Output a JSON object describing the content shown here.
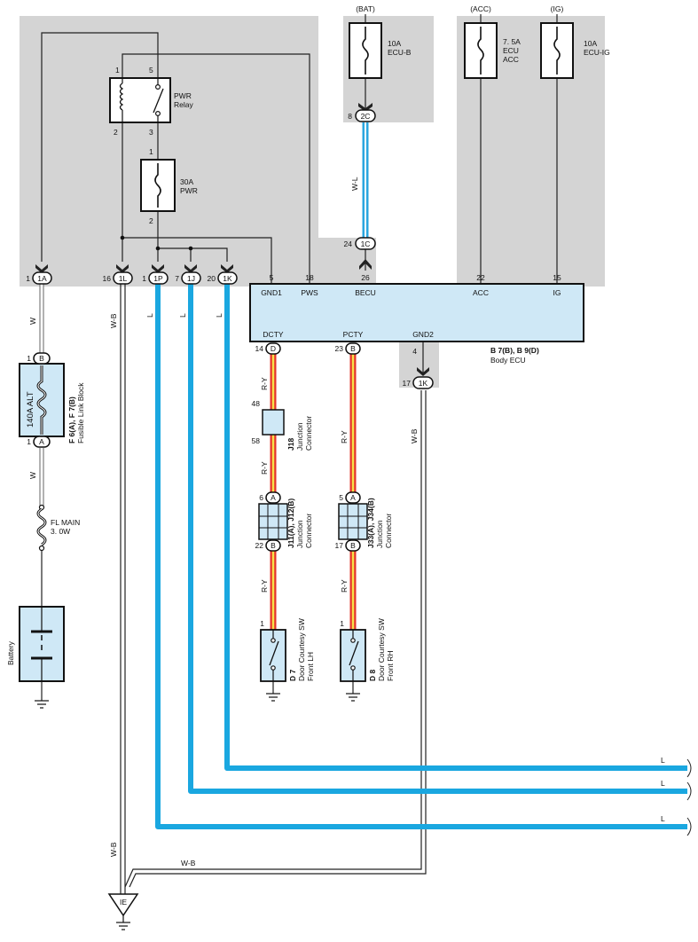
{
  "colors": {
    "panel_gray": "#d4d4d4",
    "component_fill": "#cfe8f6",
    "wire_L": "#1aa7e0",
    "wire_RY_red": "#e5332a",
    "wire_RY_yellow": "#f6e14a",
    "wire_WL_white": "#ffffff",
    "wire_WL_blue": "#2aa6df",
    "wire_black": "#222222"
  },
  "sources": {
    "bat": "(BAT)",
    "acc": "(ACC)",
    "ig": "(IG)"
  },
  "fuses": {
    "ecub": {
      "rating": "10A",
      "name": "ECU-B"
    },
    "ecuacc": {
      "rating": "7. 5A",
      "name1": "ECU",
      "name2": "ACC"
    },
    "ecuig": {
      "rating": "10A",
      "name": "ECU-IG"
    },
    "pwr": {
      "rating": "30A",
      "name": "PWR",
      "pin_top": "1",
      "pin_bottom": "2"
    },
    "alt": {
      "rating": "140A ALT",
      "pin_top": "1",
      "pin_bottom": "1",
      "conn_top": "B",
      "conn_bottom": "A",
      "code": "F 6(A), F 7(B)",
      "name": "Fusible Link Block"
    },
    "flmain": {
      "name": "FL MAIN",
      "size": "3. 0W"
    }
  },
  "relay": {
    "name1": "PWR",
    "name2": "Relay",
    "pins": {
      "p1": "1",
      "p5": "5",
      "p2": "2",
      "p3": "3"
    }
  },
  "connectors": {
    "c2c": {
      "pin": "8",
      "id": "2C"
    },
    "c1c": {
      "pin": "24",
      "id": "1C"
    },
    "c1a": {
      "pin": "1",
      "id": "1A"
    },
    "c1l": {
      "pin": "16",
      "id": "1L"
    },
    "c1p": {
      "pin": "1",
      "id": "1P"
    },
    "c1j": {
      "pin": "7",
      "id": "1J"
    },
    "c1k": {
      "pin": "20",
      "id": "1K"
    },
    "c1k2": {
      "pin": "17",
      "id": "1K"
    }
  },
  "ecu": {
    "code": "B 7(B), B 9(D)",
    "name": "Body ECU",
    "top_terminals": [
      {
        "pin": "5",
        "label": "GND1"
      },
      {
        "pin": "18",
        "label": "PWS"
      },
      {
        "pin": "26",
        "label": "BECU"
      },
      {
        "pin": "22",
        "label": "ACC"
      },
      {
        "pin": "15",
        "label": "IG"
      }
    ],
    "bottom_terminals": [
      {
        "pin": "14",
        "conn": "D",
        "label": "DCTY"
      },
      {
        "pin": "23",
        "conn": "B",
        "label": "PCTY"
      },
      {
        "pin": "4",
        "conn": "",
        "label": "GND2"
      }
    ]
  },
  "junctions": {
    "j18": {
      "pin_top": "48",
      "pin_bottom": "58",
      "code": "J18",
      "name1": "Junction",
      "name2": "Connector"
    },
    "j11": {
      "pin_top": "6",
      "conn_top": "A",
      "pin_bottom": "22",
      "conn_bottom": "B",
      "code": "J11(A), J12(B)",
      "name1": "Junction",
      "name2": "Connector"
    },
    "j33": {
      "pin_top": "5",
      "conn_top": "A",
      "pin_bottom": "17",
      "conn_bottom": "B",
      "code": "J33(A), J34(B)",
      "name1": "Junction",
      "name2": "Connector"
    }
  },
  "switches": {
    "d7": {
      "pin": "1",
      "code": "D 7",
      "name1": "Door Courtesy SW",
      "name2": "Front LH"
    },
    "d8": {
      "pin": "1",
      "code": "D 8",
      "name1": "Door Courtesy SW",
      "name2": "Front RH"
    }
  },
  "battery": {
    "label": "Battery"
  },
  "ground": {
    "id": "IE"
  },
  "wire_labels": {
    "w": "W",
    "wb": "W-B",
    "l": "L",
    "wl": "W-L",
    "ry": "R-Y"
  }
}
